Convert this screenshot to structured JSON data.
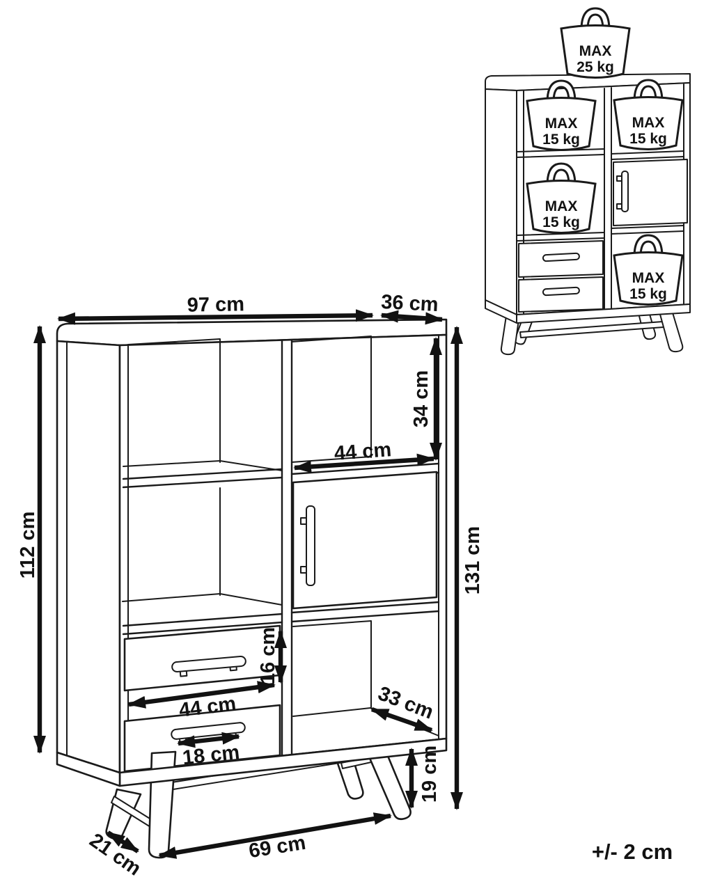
{
  "tolerance": "+/- 2 cm",
  "main": {
    "width_top": "97 cm",
    "depth_top": "36 cm",
    "height_body": "112 cm",
    "height_total": "131 cm",
    "top_right_cell_height": "34 cm",
    "door_width": "44 cm",
    "drawer_height": "16 cm",
    "drawer_width": "44 cm",
    "handle_width": "18 cm",
    "bottom_cell_depth": "33 cm",
    "leg_height": "19 cm",
    "base_width": "69 cm",
    "leg_depth": "21 cm"
  },
  "load": {
    "top": {
      "line1": "MAX",
      "line2": "25 kg"
    },
    "shelf_top_left": {
      "line1": "MAX",
      "line2": "15 kg"
    },
    "shelf_top_right": {
      "line1": "MAX",
      "line2": "15 kg"
    },
    "shelf_middle_left": {
      "line1": "MAX",
      "line2": "15 kg"
    },
    "shelf_bottom_right": {
      "line1": "MAX",
      "line2": "15 kg"
    }
  }
}
